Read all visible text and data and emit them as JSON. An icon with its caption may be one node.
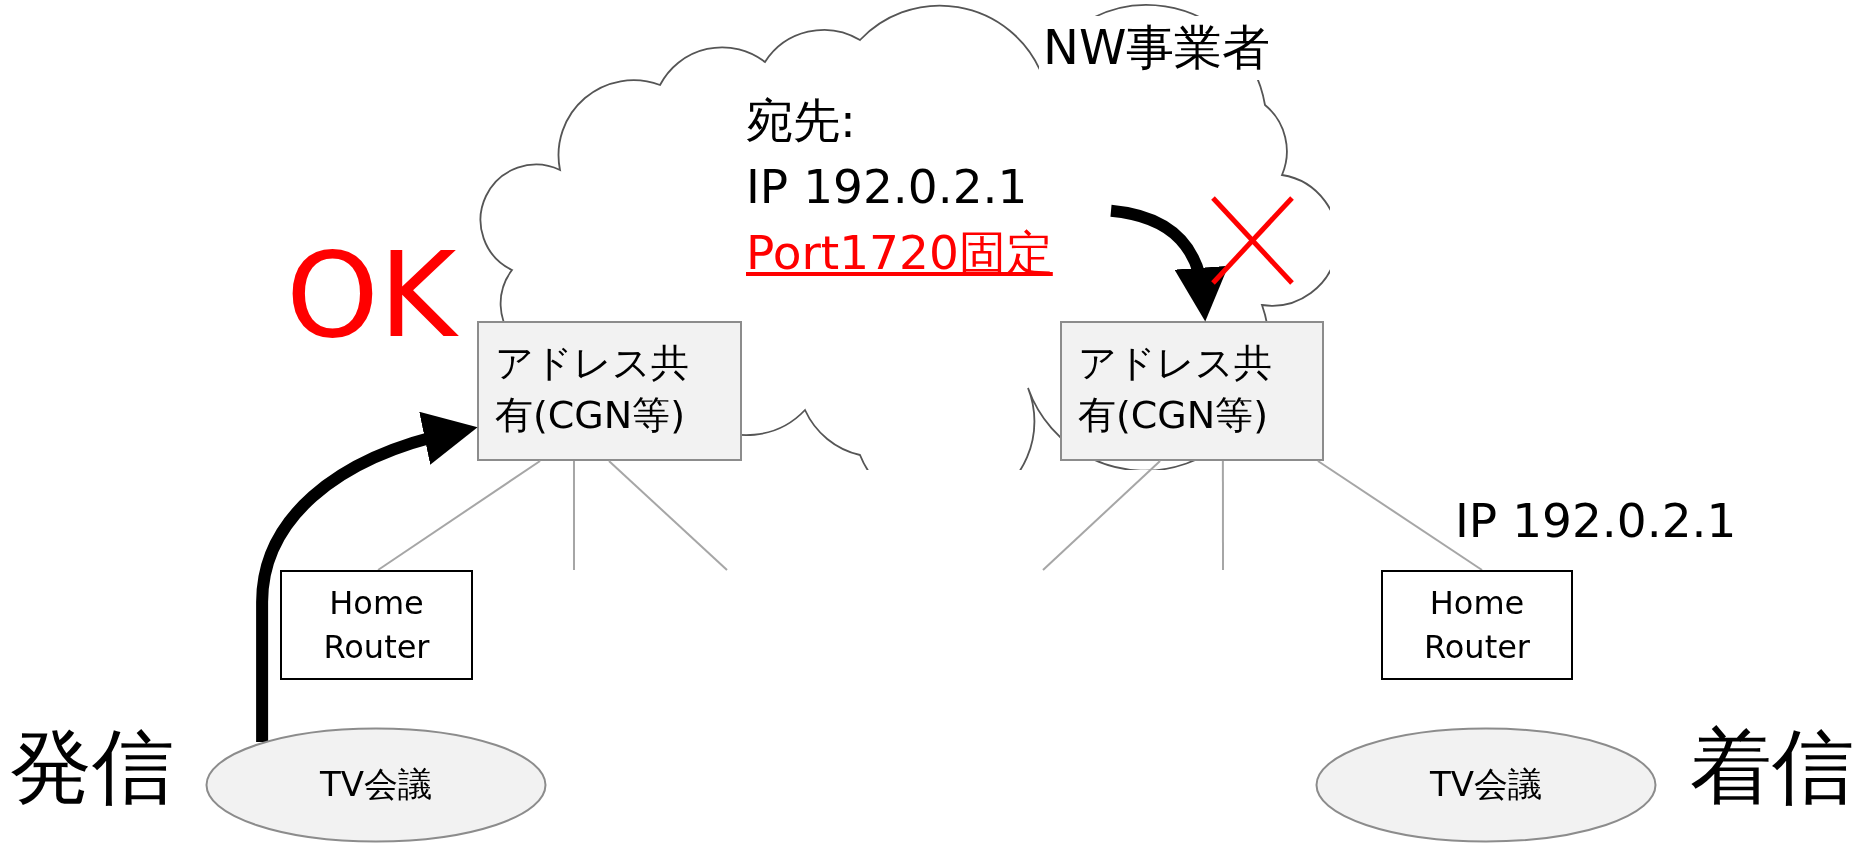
{
  "diagram": {
    "nodes": [
      {
        "text": [
          "NW事業者"
        ]
      },
      {
        "text": [
          "宛先:",
          "IP 192.0.2.1",
          "Port1720固定"
        ],
        "in": 0
      },
      {
        "text": [
          "アドレス共有(CGN等)"
        ],
        "in": 0
      },
      {
        "text": [
          "アドレス共有(CGN等)"
        ],
        "in": 0
      },
      {
        "text": [
          "Home Router"
        ]
      },
      {
        "text": [
          "Home Router"
        ]
      },
      {
        "text": [
          "TV会議"
        ]
      },
      {
        "text": [
          "TV会議"
        ]
      }
    ],
    "edges": [
      {
        "from": 2,
        "to": 4,
        "arrow": "none"
      },
      {
        "from": 2,
        "to": null,
        "arrow": "none"
      },
      {
        "from": 2,
        "to": null,
        "arrow": "none"
      },
      {
        "from": 3,
        "to": null,
        "arrow": "none"
      },
      {
        "from": 3,
        "to": null,
        "arrow": "none"
      },
      {
        "from": 3,
        "to": 5,
        "arrow": "none"
      },
      {
        "from": 6,
        "to": 2,
        "arrow": "to",
        "style": "thick",
        "color": "#000000"
      },
      {
        "from": 1,
        "to": 3,
        "arrow": "to",
        "style": "thick",
        "color": "#000000"
      }
    ],
    "labels": [
      "OK",
      "IP 192.0.2.1",
      "発信",
      "着信"
    ]
  }
}
